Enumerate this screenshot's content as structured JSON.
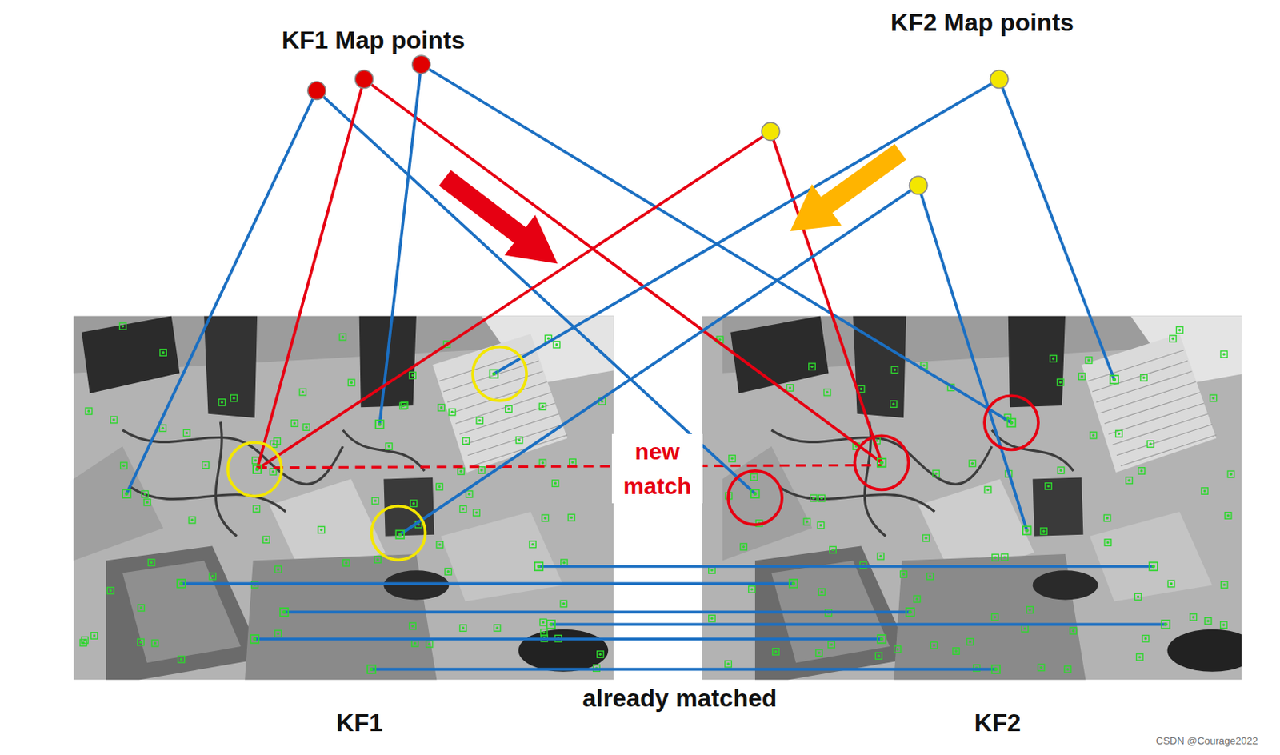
{
  "diagram": {
    "nodes": [
      {
        "text": [
          "KF1"
        ]
      },
      {
        "text": [
          "KF2"
        ]
      }
    ],
    "labels": [
      "KF1 Map points",
      "KF2 Map points",
      "new match",
      "already matched",
      "CSDN @Courage2022"
    ]
  }
}
